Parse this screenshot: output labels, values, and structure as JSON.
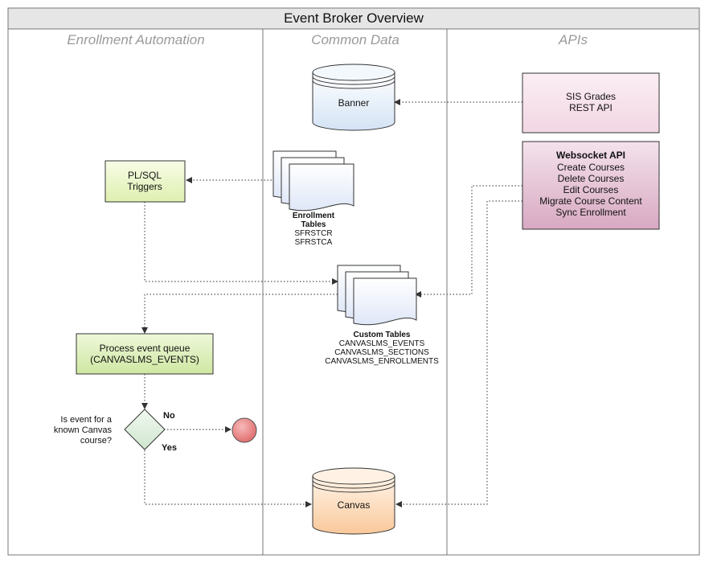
{
  "title": "Event Broker Overview",
  "lanes": [
    "Enrollment Automation",
    "Common Data",
    "APIs"
  ],
  "nodes": {
    "banner": "Banner",
    "canvas": "Canvas",
    "sis_api": [
      "SIS Grades",
      "REST API"
    ],
    "websocket_api": {
      "title": "Websocket API",
      "lines": [
        "Create Courses",
        "Delete Courses",
        "Edit Courses",
        "Migrate Course Content",
        "Sync Enrollment"
      ]
    },
    "plsql": [
      "PL/SQL",
      "Triggers"
    ],
    "enrollment_tables": {
      "title": [
        "Enrollment",
        "Tables"
      ],
      "items": [
        "SFRSTCR",
        "SFRSTCA"
      ]
    },
    "custom_tables": {
      "title": "Custom Tables",
      "items": [
        "CANVASLMS_EVENTS",
        "CANVASLMS_SECTIONS",
        "CANVASLMS_ENROLLMENTS"
      ]
    },
    "process_queue": [
      "Process event queue",
      "(CANVASLMS_EVENTS)"
    ],
    "decision": {
      "question": [
        "Is event for a",
        "known Canvas",
        "course?"
      ],
      "no": "No",
      "yes": "Yes"
    }
  },
  "colors": {
    "title_bar": "#e6e6e6",
    "banner_fill": "#dce9f7",
    "canvas_fill": "#fbd9b8",
    "sis_fill": "#f6e0ea",
    "websocket_fill": "#e3bdd0",
    "plsql_fill": "#e8f5c4",
    "process_fill": "#dcefb8",
    "decision_fill": "#ddeedd",
    "end_fill": "#e87b7b",
    "doc_fill": "#e8eef9"
  }
}
